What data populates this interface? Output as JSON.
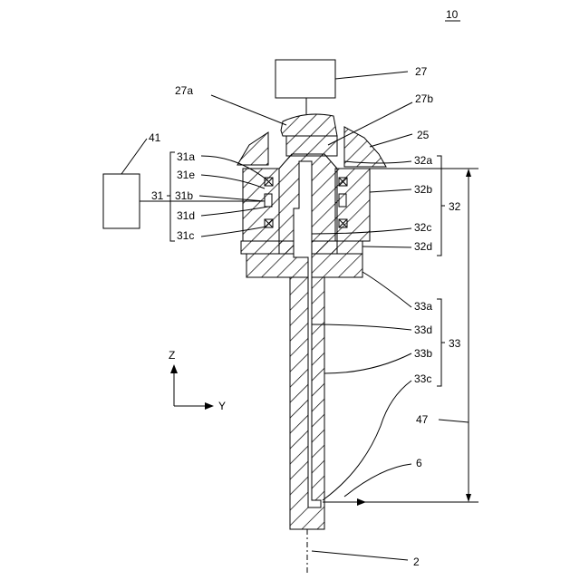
{
  "figure_number": "10",
  "labels": {
    "unit_27": "27",
    "upper_27a": "27a",
    "lower_27b": "27b",
    "part_25": "25",
    "unit_41": "41",
    "group_31": "31",
    "part_31a": "31a",
    "part_31e": "31e",
    "part_31b": "31b",
    "part_31d": "31d",
    "part_31c": "31c",
    "part_32a": "32a",
    "part_32b": "32b",
    "group_32": "32",
    "part_32c": "32c",
    "part_32d": "32d",
    "part_33a": "33a",
    "part_33d": "33d",
    "group_33": "33",
    "part_33b": "33b",
    "part_33c": "33c",
    "dim_47": "47",
    "arrow_6": "6",
    "axis_2": "2"
  },
  "axes": {
    "z": "Z",
    "y": "Y"
  },
  "colors": {
    "line": "#000000",
    "background": "#ffffff"
  }
}
